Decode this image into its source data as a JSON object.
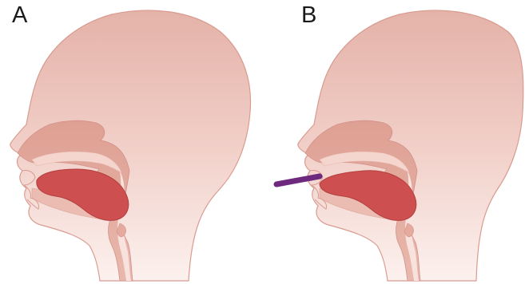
{
  "panels": [
    {
      "id": "A",
      "label": "A"
    },
    {
      "id": "B",
      "label": "B"
    }
  ],
  "colors": {
    "skin_top": "#e6b6ac",
    "skin_bottom": "#fbeeea",
    "outline": "#d9968a",
    "inner_tissue": "#e4aa9e",
    "airway": "#f6dcd6",
    "tongue": "#cd4e4e",
    "tongue_outline": "#b23c3c",
    "instrument": "#6e2a7e"
  }
}
